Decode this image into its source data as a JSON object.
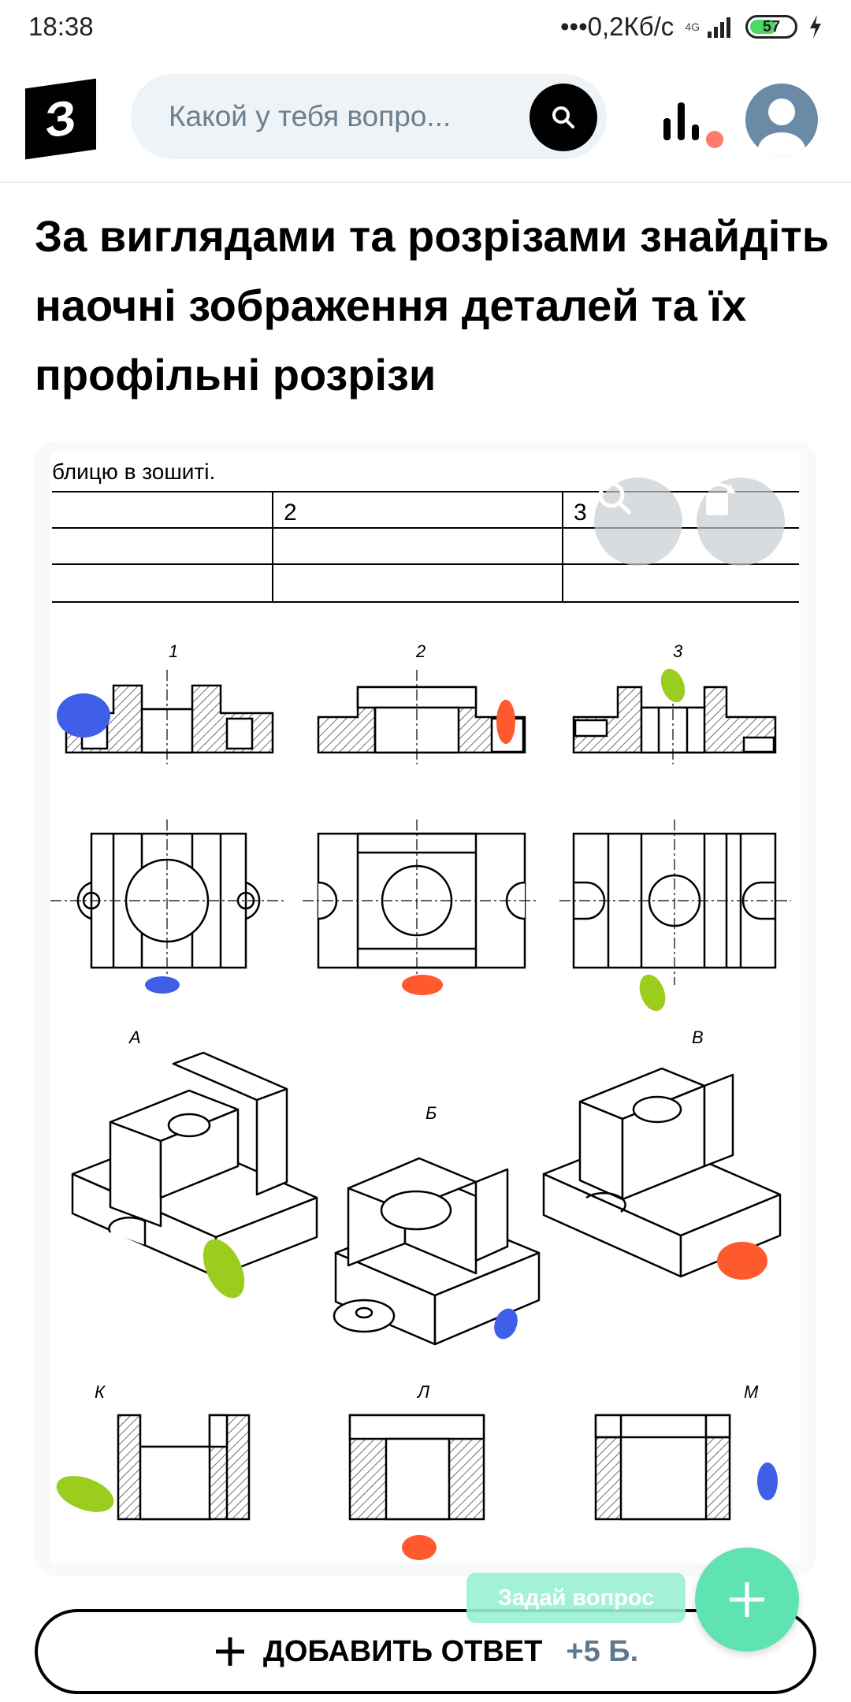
{
  "status": {
    "time": "18:38",
    "speed": "•••0,2Кб/с",
    "network": "4G",
    "battery": "57"
  },
  "header": {
    "logo_letter": "З",
    "search_placeholder": "Какой у тебя вопро..."
  },
  "question": {
    "title": "За виглядами та розрізами знайдіть наочні зображення деталей та їх профільні розрізи"
  },
  "worksheet": {
    "caption": "блицю в зошиті.",
    "table_headers": [
      "2",
      "3"
    ],
    "view_numbers": [
      "1",
      "2",
      "3"
    ],
    "iso_letters": [
      "А",
      "Б",
      "В"
    ],
    "section_letters": [
      "К",
      "Л",
      "М"
    ]
  },
  "actions": {
    "ask_label": "Задай вопрос",
    "answer_label": "ДОБАВИТЬ ОТВЕТ",
    "answer_points": "+5 Б."
  },
  "colors": {
    "accent": "#5fe3b3",
    "search_bg": "#eef3f7",
    "notification": "#ff7c6b",
    "points_text": "#60788f"
  }
}
